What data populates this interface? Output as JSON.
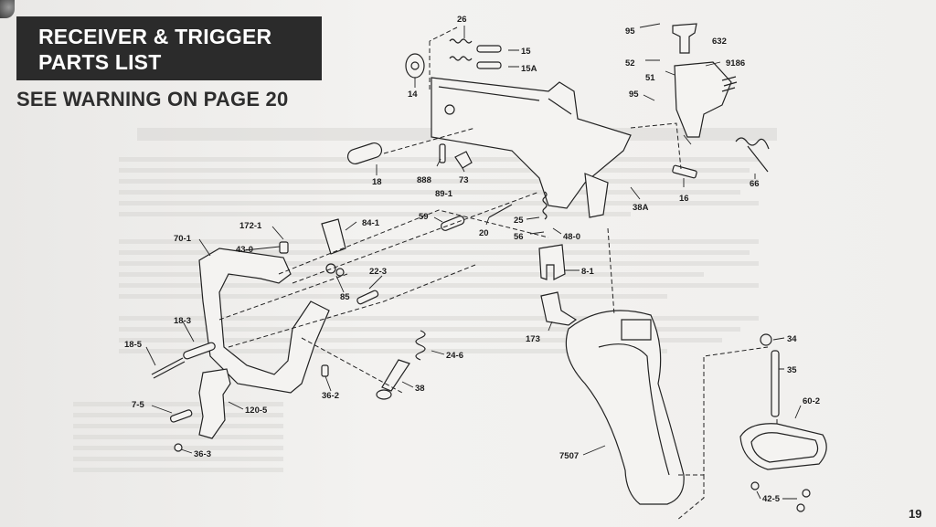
{
  "header": {
    "title_line1": "RECEIVER & TRIGGER",
    "title_line2": "PARTS LIST",
    "warning": "SEE WARNING ON PAGE 20"
  },
  "page_number": "19",
  "parts": [
    {
      "id": "p26",
      "label": "26"
    },
    {
      "id": "p15",
      "label": "15"
    },
    {
      "id": "p15a",
      "label": "15A"
    },
    {
      "id": "p14",
      "label": "14"
    },
    {
      "id": "p95a",
      "label": "95"
    },
    {
      "id": "p632",
      "label": "632"
    },
    {
      "id": "p52",
      "label": "52"
    },
    {
      "id": "p9186",
      "label": "9186"
    },
    {
      "id": "p51",
      "label": "51"
    },
    {
      "id": "p95b",
      "label": "95"
    },
    {
      "id": "p18",
      "label": "18"
    },
    {
      "id": "p888",
      "label": "888"
    },
    {
      "id": "p73",
      "label": "73"
    },
    {
      "id": "p891",
      "label": "89-1"
    },
    {
      "id": "p16",
      "label": "16"
    },
    {
      "id": "p66",
      "label": "66"
    },
    {
      "id": "p38a",
      "label": "38A"
    },
    {
      "id": "p59",
      "label": "59"
    },
    {
      "id": "p25",
      "label": "25"
    },
    {
      "id": "p20",
      "label": "20"
    },
    {
      "id": "p56",
      "label": "56"
    },
    {
      "id": "p480",
      "label": "48-0"
    },
    {
      "id": "p1721",
      "label": "172-1"
    },
    {
      "id": "p841",
      "label": "84-1"
    },
    {
      "id": "p701",
      "label": "70-1"
    },
    {
      "id": "p430",
      "label": "43-0"
    },
    {
      "id": "p223",
      "label": "22-3"
    },
    {
      "id": "p85",
      "label": "85"
    },
    {
      "id": "p81",
      "label": "8-1"
    },
    {
      "id": "p173",
      "label": "173"
    },
    {
      "id": "p34",
      "label": "34"
    },
    {
      "id": "p35",
      "label": "35"
    },
    {
      "id": "p183",
      "label": "18-3"
    },
    {
      "id": "p185",
      "label": "18-5"
    },
    {
      "id": "p246",
      "label": "24-6"
    },
    {
      "id": "p38",
      "label": "38"
    },
    {
      "id": "p362",
      "label": "36-2"
    },
    {
      "id": "p75",
      "label": "7-5"
    },
    {
      "id": "p1205",
      "label": "120-5"
    },
    {
      "id": "p602",
      "label": "60-2"
    },
    {
      "id": "p363",
      "label": "36-3"
    },
    {
      "id": "p7507",
      "label": "7507"
    },
    {
      "id": "p425",
      "label": "42-5"
    }
  ]
}
